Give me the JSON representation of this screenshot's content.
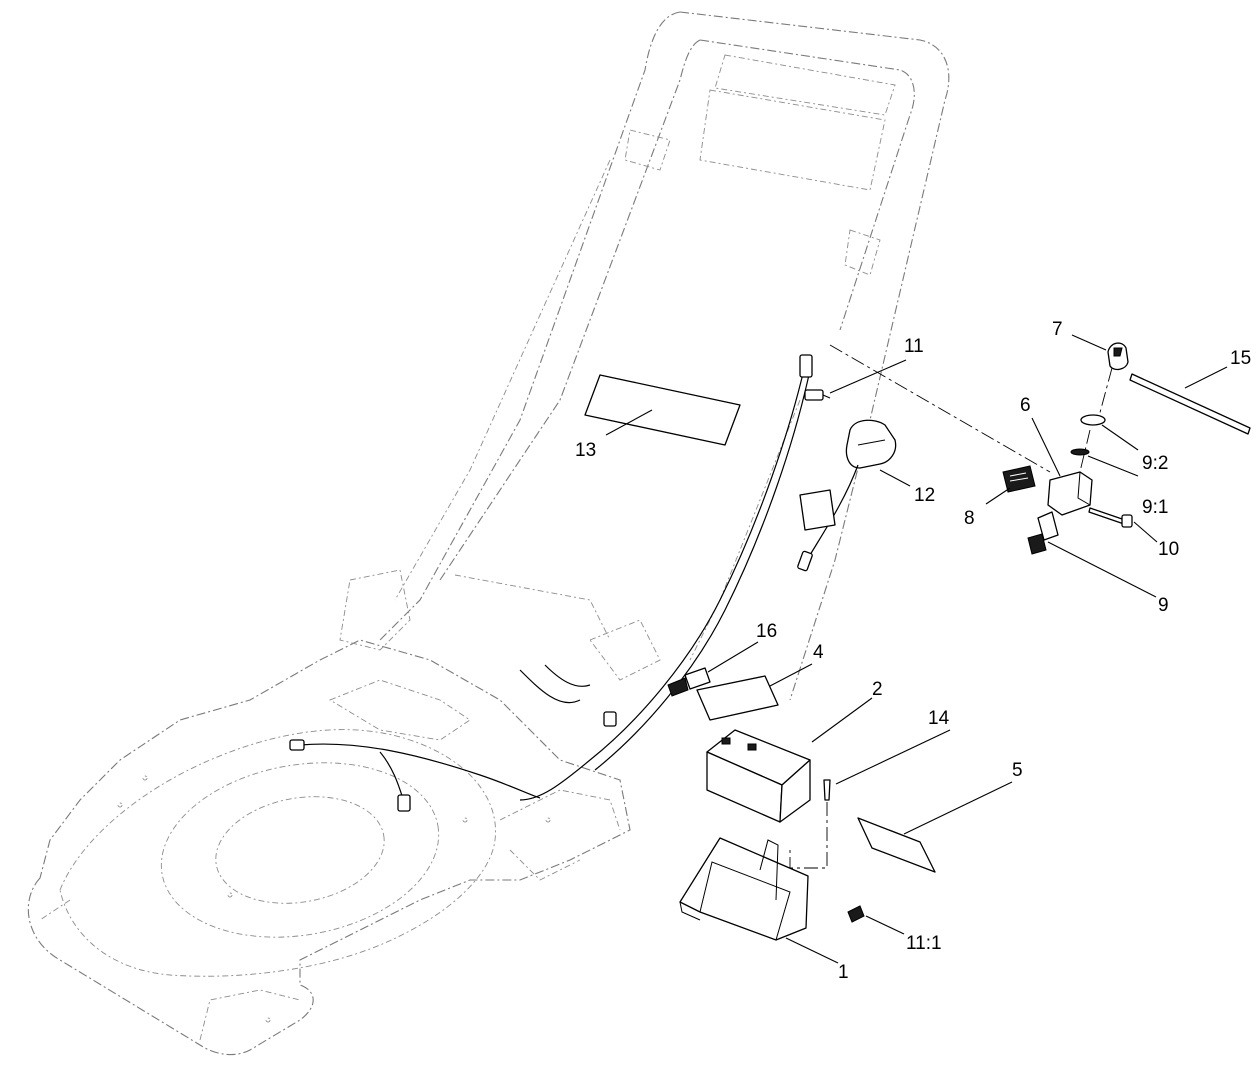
{
  "callouts": [
    {
      "id": "c1",
      "text": "1"
    },
    {
      "id": "c2",
      "text": "2"
    },
    {
      "id": "c4",
      "text": "4"
    },
    {
      "id": "c5",
      "text": "5"
    },
    {
      "id": "c6",
      "text": "6"
    },
    {
      "id": "c7",
      "text": "7"
    },
    {
      "id": "c8",
      "text": "8"
    },
    {
      "id": "c9",
      "text": "9"
    },
    {
      "id": "c9_1",
      "text": "9:1"
    },
    {
      "id": "c9_2",
      "text": "9:2"
    },
    {
      "id": "c10",
      "text": "10"
    },
    {
      "id": "c11",
      "text": "11"
    },
    {
      "id": "c11_1",
      "text": "11:1"
    },
    {
      "id": "c12",
      "text": "12"
    },
    {
      "id": "c13",
      "text": "13"
    },
    {
      "id": "c14",
      "text": "14"
    },
    {
      "id": "c15",
      "text": "15"
    },
    {
      "id": "c16",
      "text": "16"
    }
  ]
}
